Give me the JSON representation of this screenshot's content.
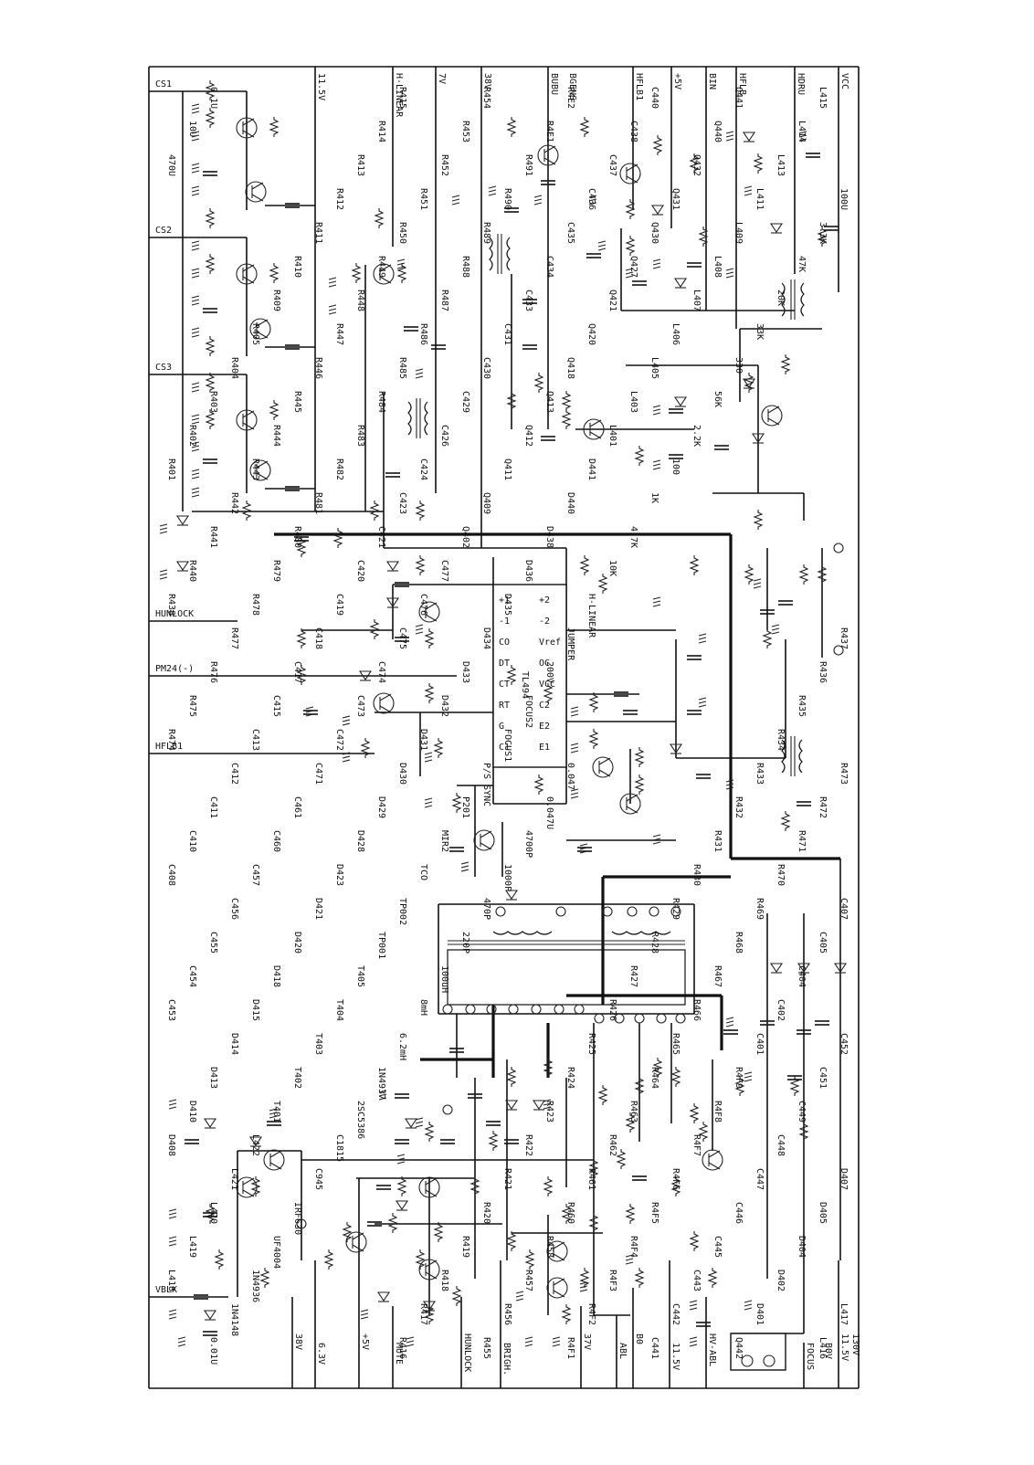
{
  "schematic": {
    "top_rails": [
      "11.5V",
      "H-LINEAR",
      "7V",
      "38V",
      "BUBU",
      "BGENS",
      "HFLB1",
      "+5V",
      "BIN",
      "HFLB",
      "HDRU",
      "VCC"
    ],
    "bottom_rails": [
      "38V",
      "6.3V",
      "+5V",
      "MUTE",
      "HUNLOCK",
      "BRIGH.",
      "37V",
      "ABL",
      "B0",
      "11.5V",
      "HV-ABL",
      "FOCUS",
      "11.5V",
      "B0V",
      "130V"
    ],
    "left_ports": [
      "CS1",
      "CS2",
      "CS3",
      "HUNLOCK",
      "PM24(-)",
      "HFLB1",
      "VBLK"
    ],
    "ic_main": {
      "name": "TL494",
      "pins_left": [
        "+1",
        "-1",
        "CO",
        "DT",
        "CT",
        "RT",
        "G",
        "C1"
      ],
      "pins_right": [
        "+2",
        "-2",
        "Vref",
        "OC",
        "VCC",
        "C2",
        "E2",
        "E1"
      ]
    },
    "transformers": [
      "T401",
      "T402",
      "T403",
      "T404",
      "T405"
    ],
    "transistors": [
      "Q402",
      "Q409",
      "Q411",
      "Q412",
      "Q413",
      "Q418",
      "Q420",
      "Q421",
      "Q427",
      "Q430",
      "Q431",
      "Q432",
      "Q440",
      "Q441",
      "Q442"
    ],
    "diodes": [
      "D401",
      "D402",
      "D404",
      "D405",
      "D407",
      "D408",
      "D410",
      "D413",
      "D414",
      "D415",
      "D418",
      "D420",
      "D421",
      "D423",
      "D428",
      "D429",
      "D430",
      "D431",
      "D432",
      "D433",
      "D434",
      "D435",
      "D436",
      "D438",
      "D440",
      "D441"
    ],
    "capacitors": [
      "C401",
      "C402",
      "C404",
      "C405",
      "C407",
      "C408",
      "C410",
      "C411",
      "C412",
      "C413",
      "C415",
      "C417",
      "C418",
      "C419",
      "C420",
      "C421",
      "C423",
      "C424",
      "C426",
      "C429",
      "C430",
      "C431",
      "C433",
      "C434",
      "C435",
      "C436",
      "C437",
      "C438",
      "C440",
      "C441",
      "C442",
      "C443",
      "C445",
      "C446",
      "C447",
      "C448",
      "C449",
      "C451",
      "C452",
      "C453",
      "C454",
      "C455",
      "C456",
      "C457",
      "C460",
      "C461",
      "C471",
      "C472",
      "C473",
      "C474",
      "C475",
      "C476",
      "C477"
    ],
    "resistors": [
      "R401",
      "R402",
      "R403",
      "R404",
      "R405",
      "R409",
      "R410",
      "R411",
      "R412",
      "R413",
      "R414",
      "R415",
      "R416",
      "R417",
      "R418",
      "R419",
      "R420",
      "R421",
      "R422",
      "R423",
      "R424",
      "R425",
      "R426",
      "R427",
      "R428",
      "R429",
      "R430",
      "R431",
      "R432",
      "R433",
      "R434",
      "R435",
      "R436",
      "R437",
      "R438",
      "R440",
      "R441",
      "R442",
      "R443",
      "R444",
      "R445",
      "R446",
      "R447",
      "R448",
      "R449",
      "R450",
      "R451",
      "R452",
      "R453",
      "R454",
      "R455",
      "R456",
      "R457",
      "R458",
      "R460",
      "R461",
      "R462",
      "R463",
      "R464",
      "R465",
      "R466",
      "R467",
      "R468",
      "R469",
      "R470",
      "R471",
      "R472",
      "R473",
      "R474",
      "R475",
      "R476",
      "R477",
      "R478",
      "R479",
      "R480",
      "R481",
      "R482",
      "R483",
      "R484",
      "R485",
      "R486",
      "R487",
      "R488",
      "R489",
      "R490",
      "R491",
      "R4E1",
      "R4E2",
      "R4F1",
      "R4F2",
      "R4F3",
      "R4F4",
      "R4F5",
      "R4F6",
      "R4F7",
      "R4F8",
      "R4F9"
    ],
    "inductors": [
      "L401",
      "L403",
      "L405",
      "L406",
      "L407",
      "L408",
      "L409",
      "L411",
      "L413",
      "L414",
      "L415",
      "L416",
      "L417",
      "L418",
      "L419",
      "L420",
      "L421",
      "L422"
    ],
    "test_points": [
      "TP001",
      "TP002",
      "TCO",
      "MIR2"
    ],
    "connector": "P201",
    "misc_labels": [
      "P/S SYNC",
      "FOCUS1",
      "FOCUS2",
      "200V",
      "JUMPER",
      "H-LINEAR"
    ],
    "value_labels": [
      "10K",
      "4.7K",
      "1K",
      "100",
      "2.2K",
      "56K",
      "330",
      "33K",
      "20K",
      "47K",
      "3.3K",
      "100U",
      "470U",
      "10U",
      "0.1U",
      "0.01U",
      "1N4148",
      "1N4936",
      "UF4004",
      "IRF630",
      "C945",
      "C1815",
      "2SC5386",
      "1N4937",
      "6.2mH",
      "8mH",
      "100uH",
      "220P",
      "470P",
      "1000P",
      "4700P",
      "0.047U",
      "0.047"
    ]
  }
}
